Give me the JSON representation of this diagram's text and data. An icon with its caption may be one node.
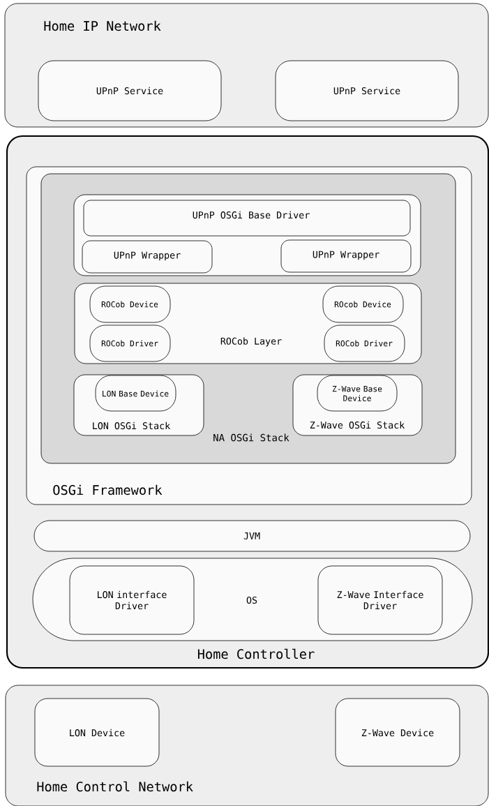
{
  "diagram": {
    "nodes": [
      {
        "text": [
          "Home IP Network"
        ]
      },
      {
        "text": [
          "UPnP Service"
        ],
        "in": 0
      },
      {
        "text": [
          "UPnP Service"
        ],
        "in": 0
      },
      {
        "text": [
          "Home Controller"
        ]
      },
      {
        "text": [
          "OSGi Framework"
        ],
        "in": 3
      },
      {
        "text": [
          "NA OSGi Stack"
        ],
        "in": 4
      },
      {
        "text": [],
        "shape": "box",
        "in": 5
      },
      {
        "text": [
          "UPnP OSGi Base Driver"
        ],
        "in": 6
      },
      {
        "text": [
          "UPnP Wrapper"
        ],
        "in": 6
      },
      {
        "text": [
          "UPnP Wrapper"
        ],
        "in": 6
      },
      {
        "text": [
          "ROCob Layer"
        ],
        "in": 5
      },
      {
        "text": [
          "ROCob Device"
        ],
        "in": 10
      },
      {
        "text": [
          "ROcob Device"
        ],
        "in": 10
      },
      {
        "text": [
          "ROCob Driver"
        ],
        "in": 10
      },
      {
        "text": [
          "ROCob Driver"
        ],
        "in": 10
      },
      {
        "text": [
          "LON OSGi Stack"
        ],
        "in": 5
      },
      {
        "text": [
          "LON Base Device"
        ],
        "in": 15
      },
      {
        "text": [
          "Z-Wave OSGi Stack"
        ],
        "in": 5
      },
      {
        "text": [
          "Z-Wave Base Device"
        ],
        "in": 17
      },
      {
        "text": [
          "JVM"
        ],
        "in": 3
      },
      {
        "text": [
          "OS"
        ],
        "in": 3
      },
      {
        "text": [
          "LON interface Driver"
        ],
        "in": 20
      },
      {
        "text": [
          "Z-Wave Interface Driver"
        ],
        "in": 20
      },
      {
        "text": [
          "Home Control Network"
        ]
      },
      {
        "text": [
          "LON Device"
        ],
        "in": 23
      },
      {
        "text": [
          "Z-Wave Device"
        ],
        "in": 23
      }
    ]
  }
}
